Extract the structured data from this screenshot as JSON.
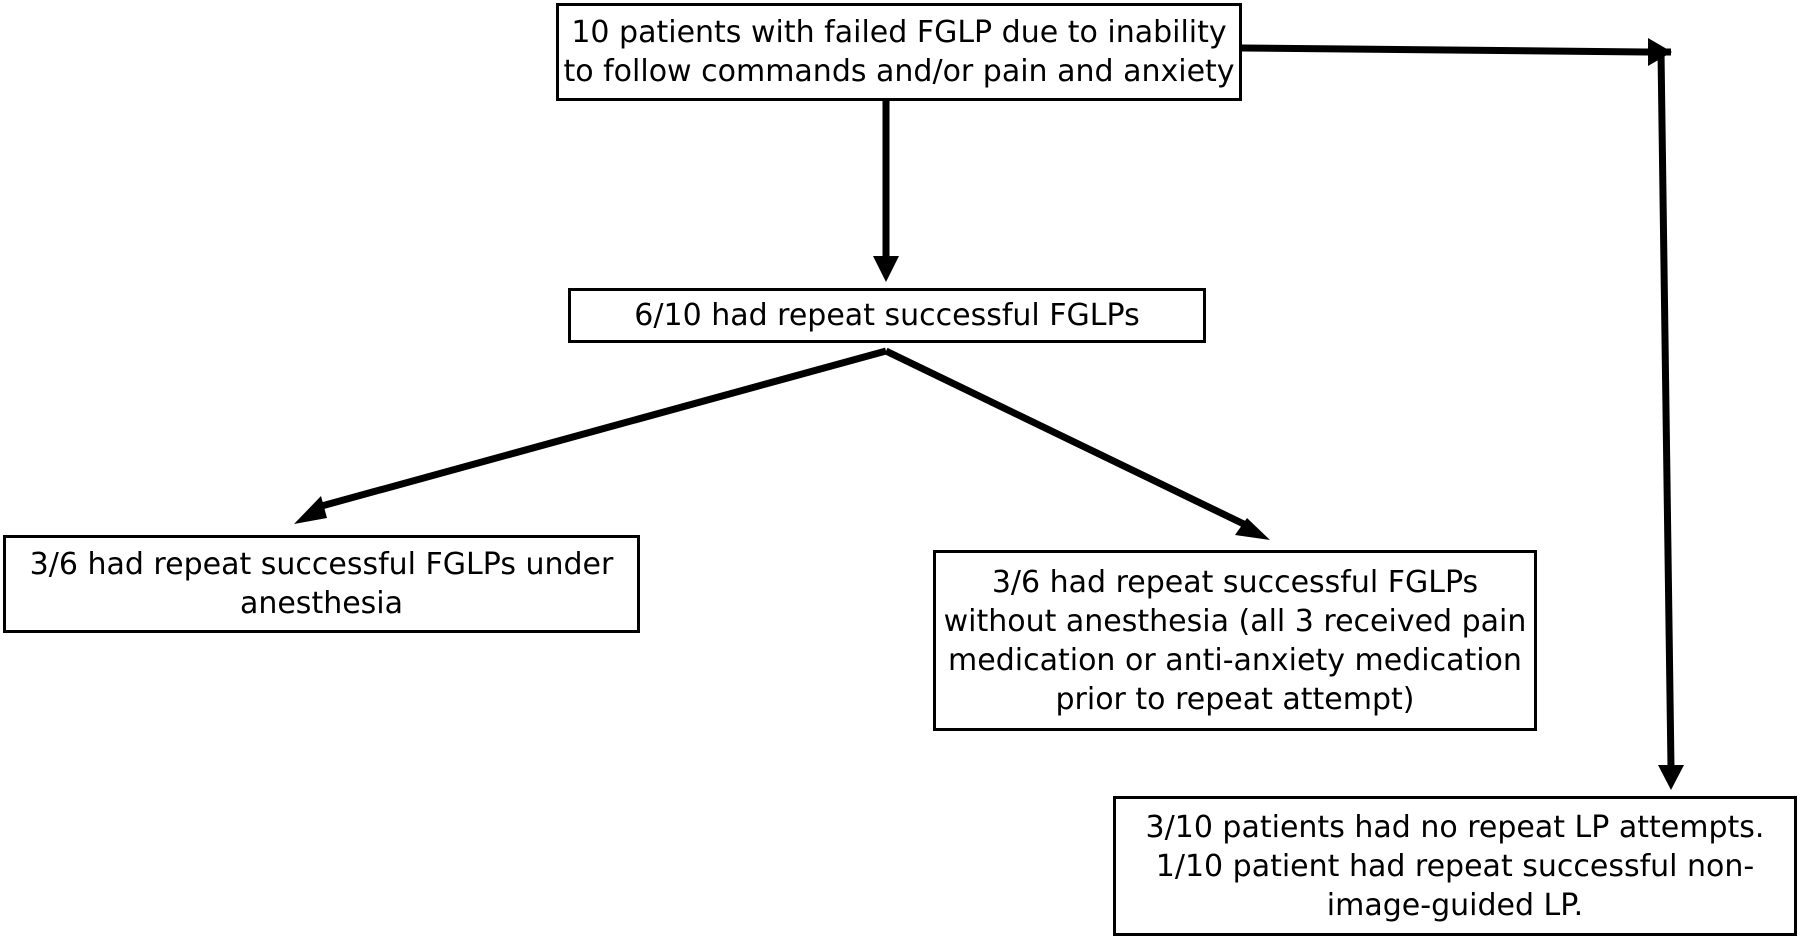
{
  "flowchart": {
    "nodes": {
      "initial": "10 patients with failed FGLP due to inability to follow commands and/or pain and anxiety",
      "repeat_success": "6/10 had repeat successful FGLPs",
      "under_anesthesia": "3/6 had repeat successful FGLPs under anesthesia",
      "without_anesthesia": "3/6 had repeat successful FGLPs without anesthesia (all 3 received pain medication or anti-anxiety medication prior to repeat attempt)",
      "no_repeat": "3/10 patients had no repeat LP attempts. 1/10 patient had repeat successful non-image-guided LP."
    },
    "edges": [
      {
        "from": "initial",
        "to": "repeat_success"
      },
      {
        "from": "repeat_success",
        "to": "under_anesthesia"
      },
      {
        "from": "repeat_success",
        "to": "without_anesthesia"
      },
      {
        "from": "initial",
        "to": "no_repeat"
      }
    ]
  }
}
